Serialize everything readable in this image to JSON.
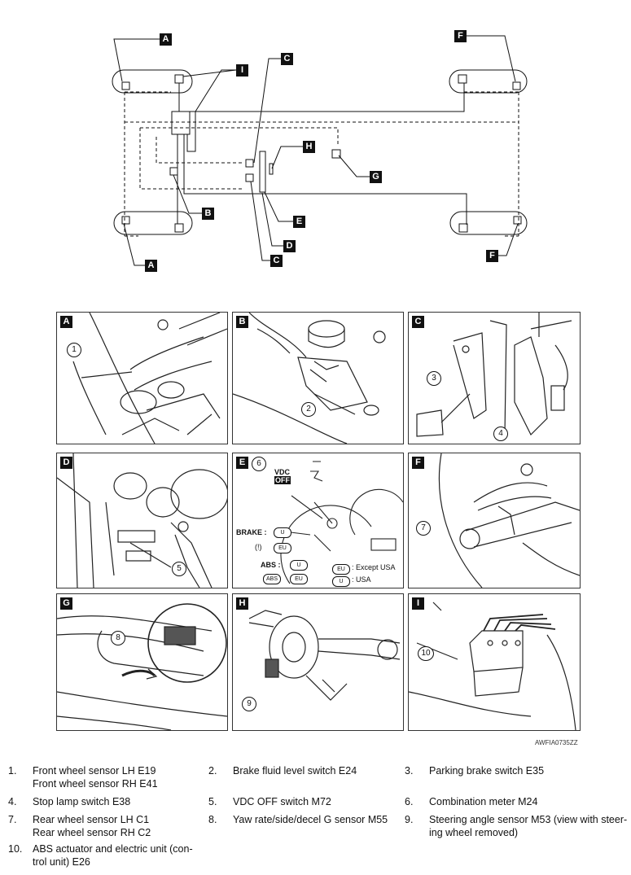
{
  "overview": {
    "tags": {
      "a_top": "A",
      "a_bottom": "A",
      "b": "B",
      "c_top": "C",
      "c_bottom": "C",
      "d": "D",
      "e": "E",
      "f_top": "F",
      "f_bottom": "F",
      "g": "G",
      "h": "H",
      "i": "I"
    }
  },
  "panels": [
    {
      "tag": "A",
      "callouts": [
        "1"
      ]
    },
    {
      "tag": "B",
      "callouts": [
        "2"
      ]
    },
    {
      "tag": "C",
      "callouts": [
        "3",
        "4"
      ]
    },
    {
      "tag": "D",
      "callouts": [
        "5"
      ]
    },
    {
      "tag": "E",
      "callouts": [
        "6"
      ]
    },
    {
      "tag": "F",
      "callouts": [
        "7"
      ]
    },
    {
      "tag": "G",
      "callouts": [
        "8"
      ]
    },
    {
      "tag": "H",
      "callouts": [
        "9"
      ]
    },
    {
      "tag": "I",
      "callouts": [
        "10"
      ]
    }
  ],
  "meter": {
    "vdc": "VDC",
    "off": "OFF",
    "brake": "BRAKE :",
    "abs": "ABS :",
    "u": "U",
    "eu": "EU",
    "except_usa": ": Except USA",
    "usa": ": USA",
    "warn_symbol": "(!)",
    "abs_symbol": "ABS"
  },
  "figure_code": "AWFIA0735ZZ",
  "legend": [
    {
      "num": "1.",
      "lines": [
        "Front wheel sensor LH E19",
        "Front wheel sensor RH E41"
      ]
    },
    {
      "num": "2.",
      "lines": [
        "Brake fluid level switch E24"
      ]
    },
    {
      "num": "3.",
      "lines": [
        "Parking brake switch E35"
      ]
    },
    {
      "num": "4.",
      "lines": [
        "Stop lamp switch E38"
      ]
    },
    {
      "num": "5.",
      "lines": [
        "VDC OFF switch M72"
      ]
    },
    {
      "num": "6.",
      "lines": [
        "Combination meter M24"
      ]
    },
    {
      "num": "7.",
      "lines": [
        "Rear wheel sensor LH C1",
        "Rear wheel sensor RH C2"
      ]
    },
    {
      "num": "8.",
      "lines": [
        "Yaw rate/side/decel G sensor M55"
      ]
    },
    {
      "num": "9.",
      "lines": [
        "Steering angle sensor M53 (view with steer-",
        "ing wheel removed)"
      ]
    },
    {
      "num": "10.",
      "lines": [
        "ABS actuator and electric unit (con-",
        "trol unit) E26"
      ]
    }
  ]
}
